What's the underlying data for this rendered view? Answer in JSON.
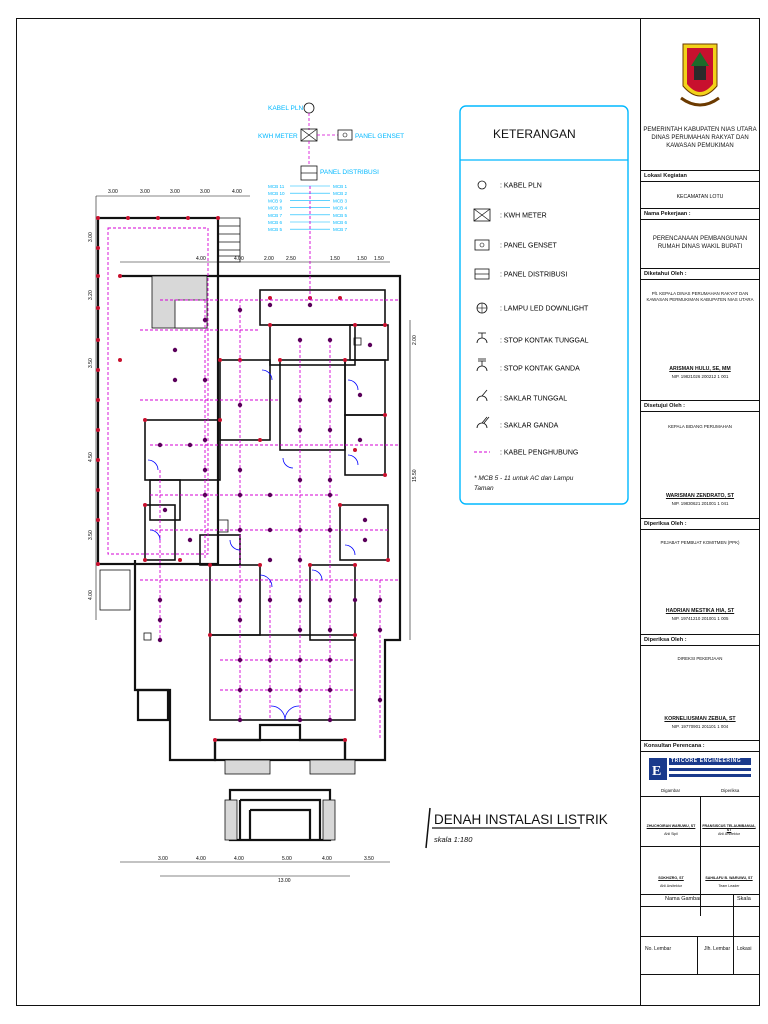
{
  "diagram": {
    "power_source": {
      "kabel_pln": "KABEL PLN",
      "kwh_meter": "KWH METER",
      "panel_genset": "PANEL GENSET",
      "panel_distribusi": "PANEL DISTRIBUSI"
    },
    "mcb_left": [
      "MCB 11",
      "MCB 10",
      "MCB 9",
      "MCB 8",
      "MCB 7",
      "MCB 6",
      "MCB 5"
    ],
    "mcb_right": [
      "MCB 1",
      "MCB 2",
      "MCB 3",
      "MCB 4",
      "MCB 5",
      "MCB 6",
      "MCB 7"
    ],
    "dims_top": [
      "3.00",
      "3.00",
      "3.00",
      "3.00",
      "4.00"
    ],
    "dims_top2": [
      "4.00",
      "4.00",
      "2.00",
      "2.50",
      "1.50",
      "1.50",
      "1.50"
    ],
    "dims_left": [
      "3.00",
      "3.20",
      "3.50",
      "4.50",
      "3.50",
      "4.00"
    ],
    "dims_right": [
      "2.00",
      "15.50"
    ],
    "dims_bottom": [
      "3.00",
      "4.00",
      "4.00",
      "5.00",
      "4.00",
      "3.50"
    ],
    "dim_total": "13.00",
    "title": "DENAH INSTALASI LISTRIK",
    "scale": "skala 1:180"
  },
  "legend": {
    "title": "KETERANGAN",
    "items": [
      {
        "symbol": "pln-icon",
        "label": ": KABEL PLN"
      },
      {
        "symbol": "kwh-meter-icon",
        "label": ": KWH METER"
      },
      {
        "symbol": "panel-genset-icon",
        "label": ": PANEL GENSET"
      },
      {
        "symbol": "panel-distribusi-icon",
        "label": ": PANEL DISTRIBUSI"
      },
      {
        "symbol": "lamp-downlight-icon",
        "label": ": LAMPU LED DOWNLIGHT"
      },
      {
        "symbol": "socket-single-icon",
        "label": ": STOP KONTAK TUNGGAL"
      },
      {
        "symbol": "socket-double-icon",
        "label": ": STOP KONTAK GANDA"
      },
      {
        "symbol": "switch-single-icon",
        "label": ": SAKLAR TUNGGAL"
      },
      {
        "symbol": "switch-double-icon",
        "label": ": SAKLAR GANDA"
      },
      {
        "symbol": "cable-connector-icon",
        "label": ": KABEL PENGHUBUNG"
      }
    ],
    "note_line1": "* MCB 5 - 11 untuk AC dan Lampu",
    "note_line2": "Taman"
  },
  "titleblock": {
    "org_line1": "PEMERINTAH KABUPATEN NIAS UTARA",
    "org_line2": "DINAS PERUMAHAN RAKYAT DAN",
    "org_line3": "KAWASAN PEMUKIMAN",
    "lokasi_hdr": "Lokasi Kegiatan",
    "lokasi_val": "KECAMATAN LOTU",
    "pekerjaan_hdr": "Nama Pekerjaan :",
    "pekerjaan_l1": "PERENCANAAN PEMBANGUNAN",
    "pekerjaan_l2": "RUMAH DINAS WAKIL BUPATI",
    "diketahui_hdr": "Diketahui Oleh :",
    "diketahui_l1": "Plt. KEPALA DINAS PERUMAHAN RAKYAT DAN",
    "diketahui_l2": "KAWASAN PERMUKIMAN KABUPATEN NIAS UTARA",
    "diketahui_name": "ARISMAN HULU, SE, MM",
    "diketahui_nip": "NIP. 19821026 200212 1 001",
    "disetujui_hdr": "Disetujui Oleh :",
    "disetujui_role": "KEPALA BIDANG PERUMAHAN",
    "disetujui_name": "WARISMAN ZENDRATO, ST",
    "disetujui_nip": "NIP. 19830621 201001 1 041",
    "diperiksa1_hdr": "Diperiksa Oleh :",
    "diperiksa1_role": "PEJABAT PEMBUAT KOMITMEN (PPK)",
    "diperiksa1_name": "HADRIAN MESTIKA HIA, ST",
    "diperiksa1_nip": "NIP. 19741210 201001 1 005",
    "diperiksa2_hdr": "Diperiksa Oleh :",
    "diperiksa2_role": "DIREKSI PEKERJAAN",
    "diperiksa2_name": "KORNELIUSMAN ZEBUA, ST",
    "diperiksa2_nip": "NIP. 19770901 201101 1 004",
    "konsultan_hdr": "Konsultan Perencana :",
    "konsultan_name": "TRICORE ENGINEERING",
    "sig_a_role": "Digambar",
    "sig_b_role": "Diperiksa",
    "sig_1_name": "ZHUCHOIRAN WARUWU, ST",
    "sig_1_role": "Ahli Sipil",
    "sig_2_name": "FRANSISCUS TELAUMBANUA, ST",
    "sig_2_role": "Ahli Arsitektur",
    "sig_3_name": "SOKHIZRO, ST",
    "sig_3_role": "Ahli Arsitektur",
    "sig_4_name": "SAHILAFU B. WARUWU, ST",
    "sig_4_role": "Team Leader",
    "nama_gambar": "Nama Gambar",
    "skala": "Skala",
    "no_lembar": "No. Lembar",
    "jml_lembar": "Jlh. Lembar",
    "lokasi": "Lokasi"
  },
  "colors": {
    "cyan": "#00b8ff",
    "magenta": "#d400d4",
    "red_column": "#c8102e",
    "wall": "#111111"
  }
}
